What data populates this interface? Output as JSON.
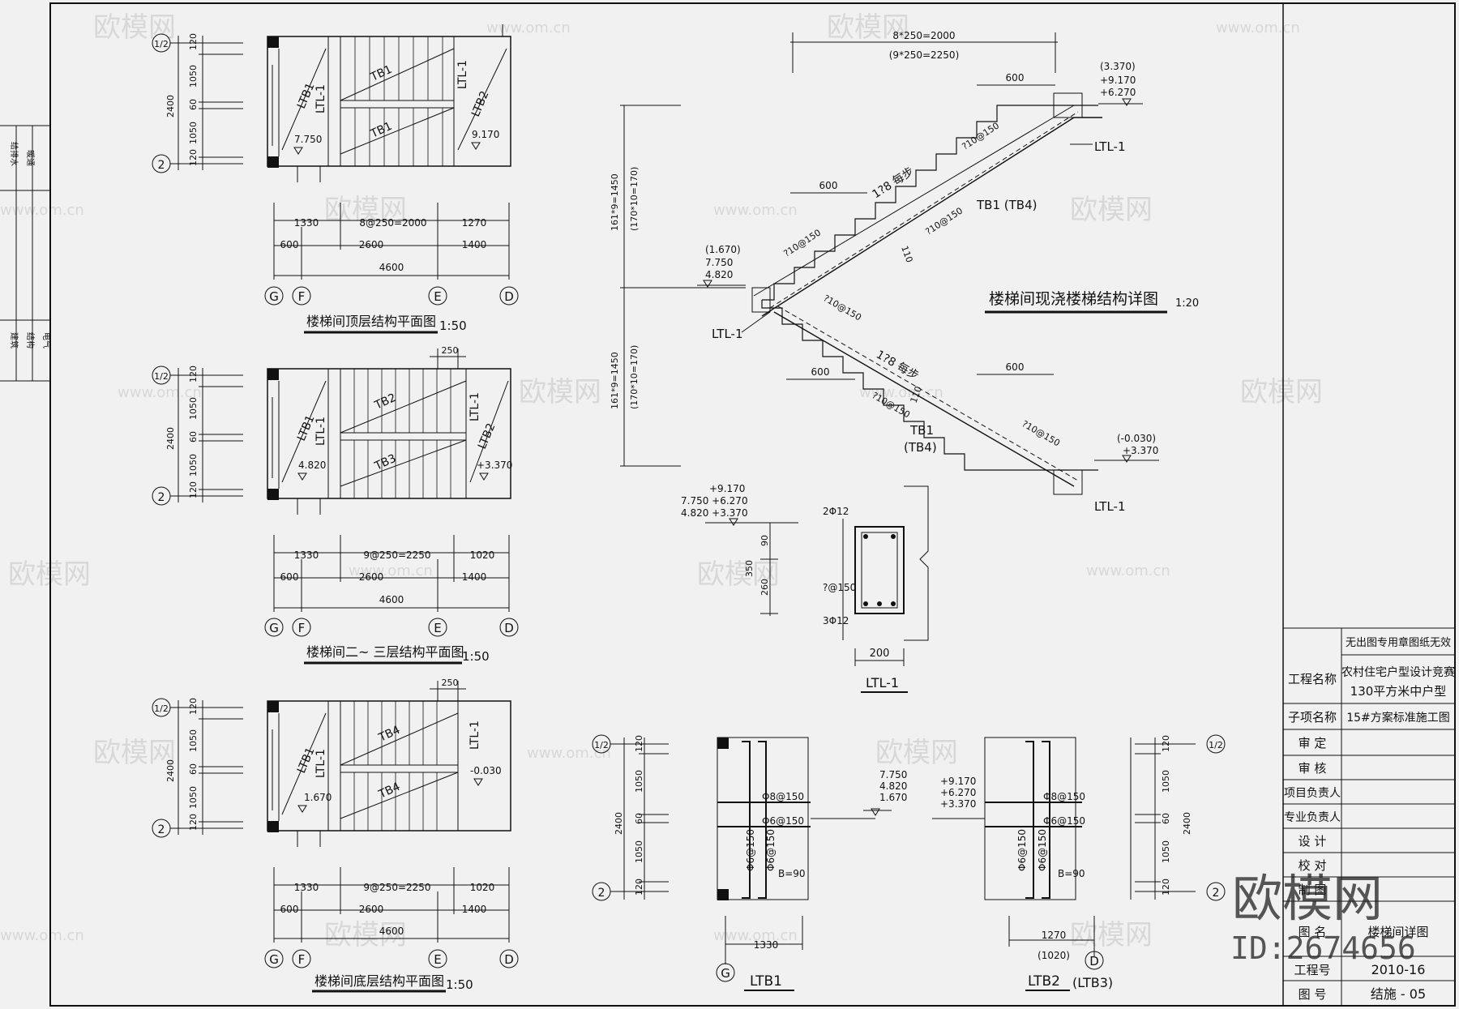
{
  "watermark": {
    "brand": "欧模网",
    "url": "www.om.cn",
    "id": "ID:2674656"
  },
  "left_strip": {
    "top_labels": [
      "给排水",
      "暖通"
    ],
    "mid_labels": [
      "建筑",
      "结构",
      "电气"
    ]
  },
  "plan_top": {
    "title": "楼梯间顶层结构平面图",
    "scale": "1:50",
    "dims_row1": [
      "1330",
      "8@250=2000",
      "1270"
    ],
    "dims_row2": [
      "600",
      "2600",
      "1400"
    ],
    "total": "4600",
    "axes": [
      "G",
      "F",
      "E",
      "D"
    ],
    "v_dims": [
      "120",
      "1050",
      "60",
      "1050",
      "120"
    ],
    "v_total": "2400",
    "v_axes": [
      "1/2",
      "2"
    ],
    "labels": [
      "LTB1",
      "LTL-1",
      "TB1",
      "TB1",
      "LTL-1",
      "LTB2"
    ],
    "elev_left": "7.750",
    "elev_right": "9.170"
  },
  "plan_mid": {
    "title": "楼梯间二~ 三层结构平面图",
    "scale": "1:50",
    "dims_row1": [
      "1330",
      "9@250=2250",
      "1020"
    ],
    "dims_row2": [
      "600",
      "2600",
      "1400"
    ],
    "total": "4600",
    "top_dim": "250",
    "axes": [
      "G",
      "F",
      "E",
      "D"
    ],
    "v_dims": [
      "120",
      "1050",
      "60",
      "1050",
      "120"
    ],
    "v_total": "2400",
    "v_axes": [
      "1/2",
      "2"
    ],
    "labels": [
      "LTB1",
      "LTL-1",
      "TB2",
      "TB3",
      "LTL-1",
      "LTB2"
    ],
    "elev_left": "4.820",
    "elev_right": "+3.370"
  },
  "plan_bot": {
    "title": "楼梯间底层结构平面图",
    "scale": "1:50",
    "dims_row1": [
      "1330",
      "9@250=2250",
      "1020"
    ],
    "dims_row2": [
      "600",
      "2600",
      "1400"
    ],
    "total": "4600",
    "top_dim": "250",
    "axes": [
      "G",
      "F",
      "E",
      "D"
    ],
    "v_dims": [
      "120",
      "1050",
      "60",
      "1050",
      "120"
    ],
    "v_total": "2400",
    "v_axes": [
      "1/2",
      "2"
    ],
    "labels": [
      "LTB1",
      "LTL-1",
      "TB4",
      "TB4",
      "LTL-1"
    ],
    "elev_left": "1.670",
    "elev_right": "-0.030"
  },
  "section": {
    "title": "楼梯间现浇楼梯结构详图",
    "scale": "1:20",
    "top_dim1": "8*250=2000",
    "top_dim2": "(9*250=2250)",
    "v_dim_upper": "161*9=1450",
    "v_dim_upper2": "(170*10=170)",
    "v_dim_lower": "161*9=1450",
    "v_dim_lower2": "(170*10=170)",
    "dim_600": "600",
    "elev_top": [
      "(3.370)",
      "+9.170",
      "+6.270"
    ],
    "elev_mid": [
      "(1.670)",
      "7.750",
      "4.820"
    ],
    "elev_bot": [
      "(-0.030)",
      "+3.370"
    ],
    "ltl": "LTL-1",
    "rebar_each_step": "1?8 每步",
    "rebar_10": "?10@150",
    "thick": "110",
    "tb_upper": "TB1 (TB4)",
    "tb_lower": "TB1",
    "tb_lower2": "(TB4)"
  },
  "ltl_detail": {
    "title": "LTL-1",
    "elevs": [
      "+9.170",
      "7.750 +6.270",
      "4.820 +3.370"
    ],
    "top_bar": "2Φ12",
    "stirrup": "?@150",
    "bottom_bar": "3Φ12",
    "width": "200",
    "h_total": "350",
    "h_top": "90",
    "h_bot": "260"
  },
  "ltb1": {
    "title": "LTB1",
    "v_dims": [
      "120",
      "1050",
      "60",
      "1050",
      "120"
    ],
    "v_total": "2400",
    "bars": [
      "Φ8@150",
      "Φ6@150",
      "Φ6@150",
      "Φ6@150"
    ],
    "b": "B=90",
    "width": "1330",
    "axis": "G",
    "elevs": [
      "7.750",
      "4.820",
      "1.670"
    ],
    "v_axes": [
      "1/2",
      "2"
    ]
  },
  "ltb2": {
    "title": "LTB2",
    "title2": "(LTB3)",
    "v_dims": [
      "120",
      "1050",
      "60",
      "1050",
      "120"
    ],
    "v_total": "2400",
    "bars": [
      "Φ8@150",
      "Φ6@150",
      "Φ6@150",
      "Φ6@150"
    ],
    "b": "B=90",
    "width": "1270",
    "width2": "(1020)",
    "axis": "D",
    "elevs": [
      "+9.170",
      "+6.270",
      "+3.370"
    ],
    "v_axes": [
      "1/2",
      "2"
    ]
  },
  "title_block": {
    "stamp_note": "无出图专用章图纸无效",
    "project_label": "工程名称",
    "project_value1": "农村住宅户型设计竞赛",
    "project_value2": "130平方米中户型",
    "sub_label": "子项名称",
    "sub_value": "15#方案标准施工图",
    "roles": [
      "审 定",
      "审 核",
      "项目负责人",
      "专业负责人",
      "设 计",
      "校 对",
      "制 图"
    ],
    "name_label": "图 名",
    "name_value": "楼梯间详图",
    "no_label": "工程号",
    "no_value": "2010-16",
    "sheet_label": "图 号",
    "sheet_value": "结施 - 05"
  }
}
